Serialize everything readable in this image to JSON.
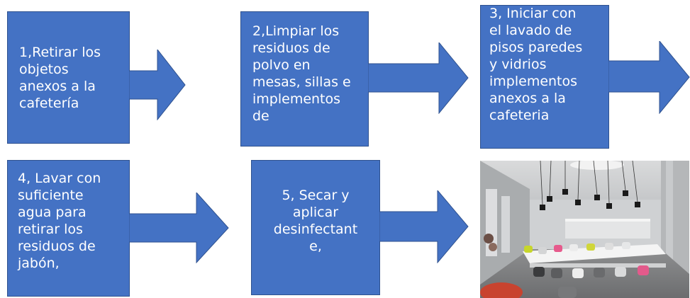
{
  "colors": {
    "step_fill": "#4472c4",
    "step_border": "#2f528f",
    "text": "#ffffff",
    "background": "#ffffff"
  },
  "steps": [
    {
      "text": "1,Retirar los\nobjetos\nanexos a la\ncafetería"
    },
    {
      "text": "2,Limpiar los\nresiduos de\npolvo en\nmesas, sillas e\nimplementos\nde"
    },
    {
      "text": "3, Iniciar con\nel lavado de\npisos paredes\ny vidrios\nimplementos\nanexos a la\ncafeteria"
    },
    {
      "text": "4, Lavar con\nsuficiente\nagua para\nretirar los\nresiduos de\njabón,"
    },
    {
      "text": "5, Secar y\naplicar\ndesinfectant\ne,"
    }
  ],
  "photo": {
    "icon": "cafeteria-interior-photo"
  }
}
